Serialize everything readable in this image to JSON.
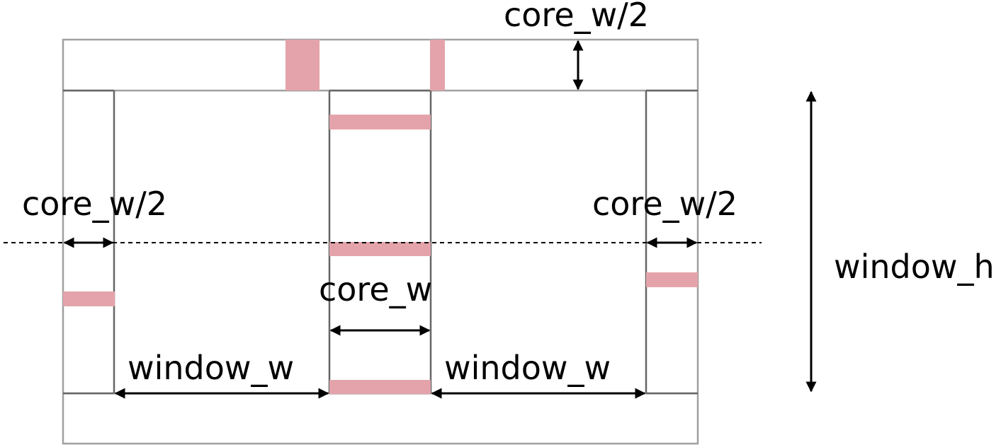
{
  "labels": {
    "top_core_half": "core_w/2",
    "left_core_half": "core_w/2",
    "right_core_half": "core_w/2",
    "core": "core_w",
    "window_w_left": "window_w",
    "window_w_right": "window_w",
    "window_h": "window_h"
  },
  "colors": {
    "highlight": "#e4a3aa",
    "outline": "#a0a0a0",
    "window_edge": "#666666",
    "arrow": "#000000"
  }
}
